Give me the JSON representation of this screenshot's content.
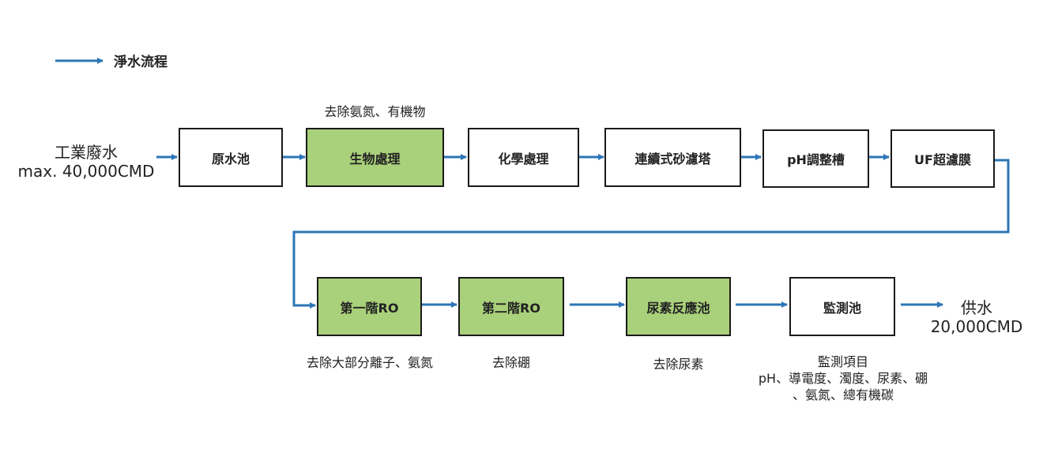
{
  "legend": {
    "label": "淨水流程"
  },
  "input": {
    "line1": "工業廢水",
    "line2": "max. 40,000CMD"
  },
  "output": {
    "line1": "供水",
    "line2": "20,000CMD"
  },
  "row1": [
    {
      "label": "原水池",
      "highlight": false
    },
    {
      "label": "生物處理",
      "highlight": true
    },
    {
      "label": "化學處理",
      "highlight": false
    },
    {
      "label": "連續式砂濾塔",
      "highlight": false
    },
    {
      "label": "pH調整槽",
      "highlight": false
    },
    {
      "label": "UF超濾膜",
      "highlight": false
    }
  ],
  "row2": [
    {
      "label": "第一階RO",
      "highlight": true
    },
    {
      "label": "第二階RO",
      "highlight": true
    },
    {
      "label": "尿素反應池",
      "highlight": true
    },
    {
      "label": "監測池",
      "highlight": false
    }
  ],
  "notes": {
    "bio": "去除氨氮、有機物",
    "ro1": "去除大部分離子、氨氮",
    "ro2": "去除硼",
    "urea": "去除尿素",
    "monitor_title": "監測項目",
    "monitor_line1": "pH、導電度、濁度、尿素、硼",
    "monitor_line2": "、氨氮、總有機碳"
  },
  "colors": {
    "arrow": "#2e75b6",
    "highlight_fill": "#a9d07a",
    "box_border": "#1a1a1a"
  }
}
